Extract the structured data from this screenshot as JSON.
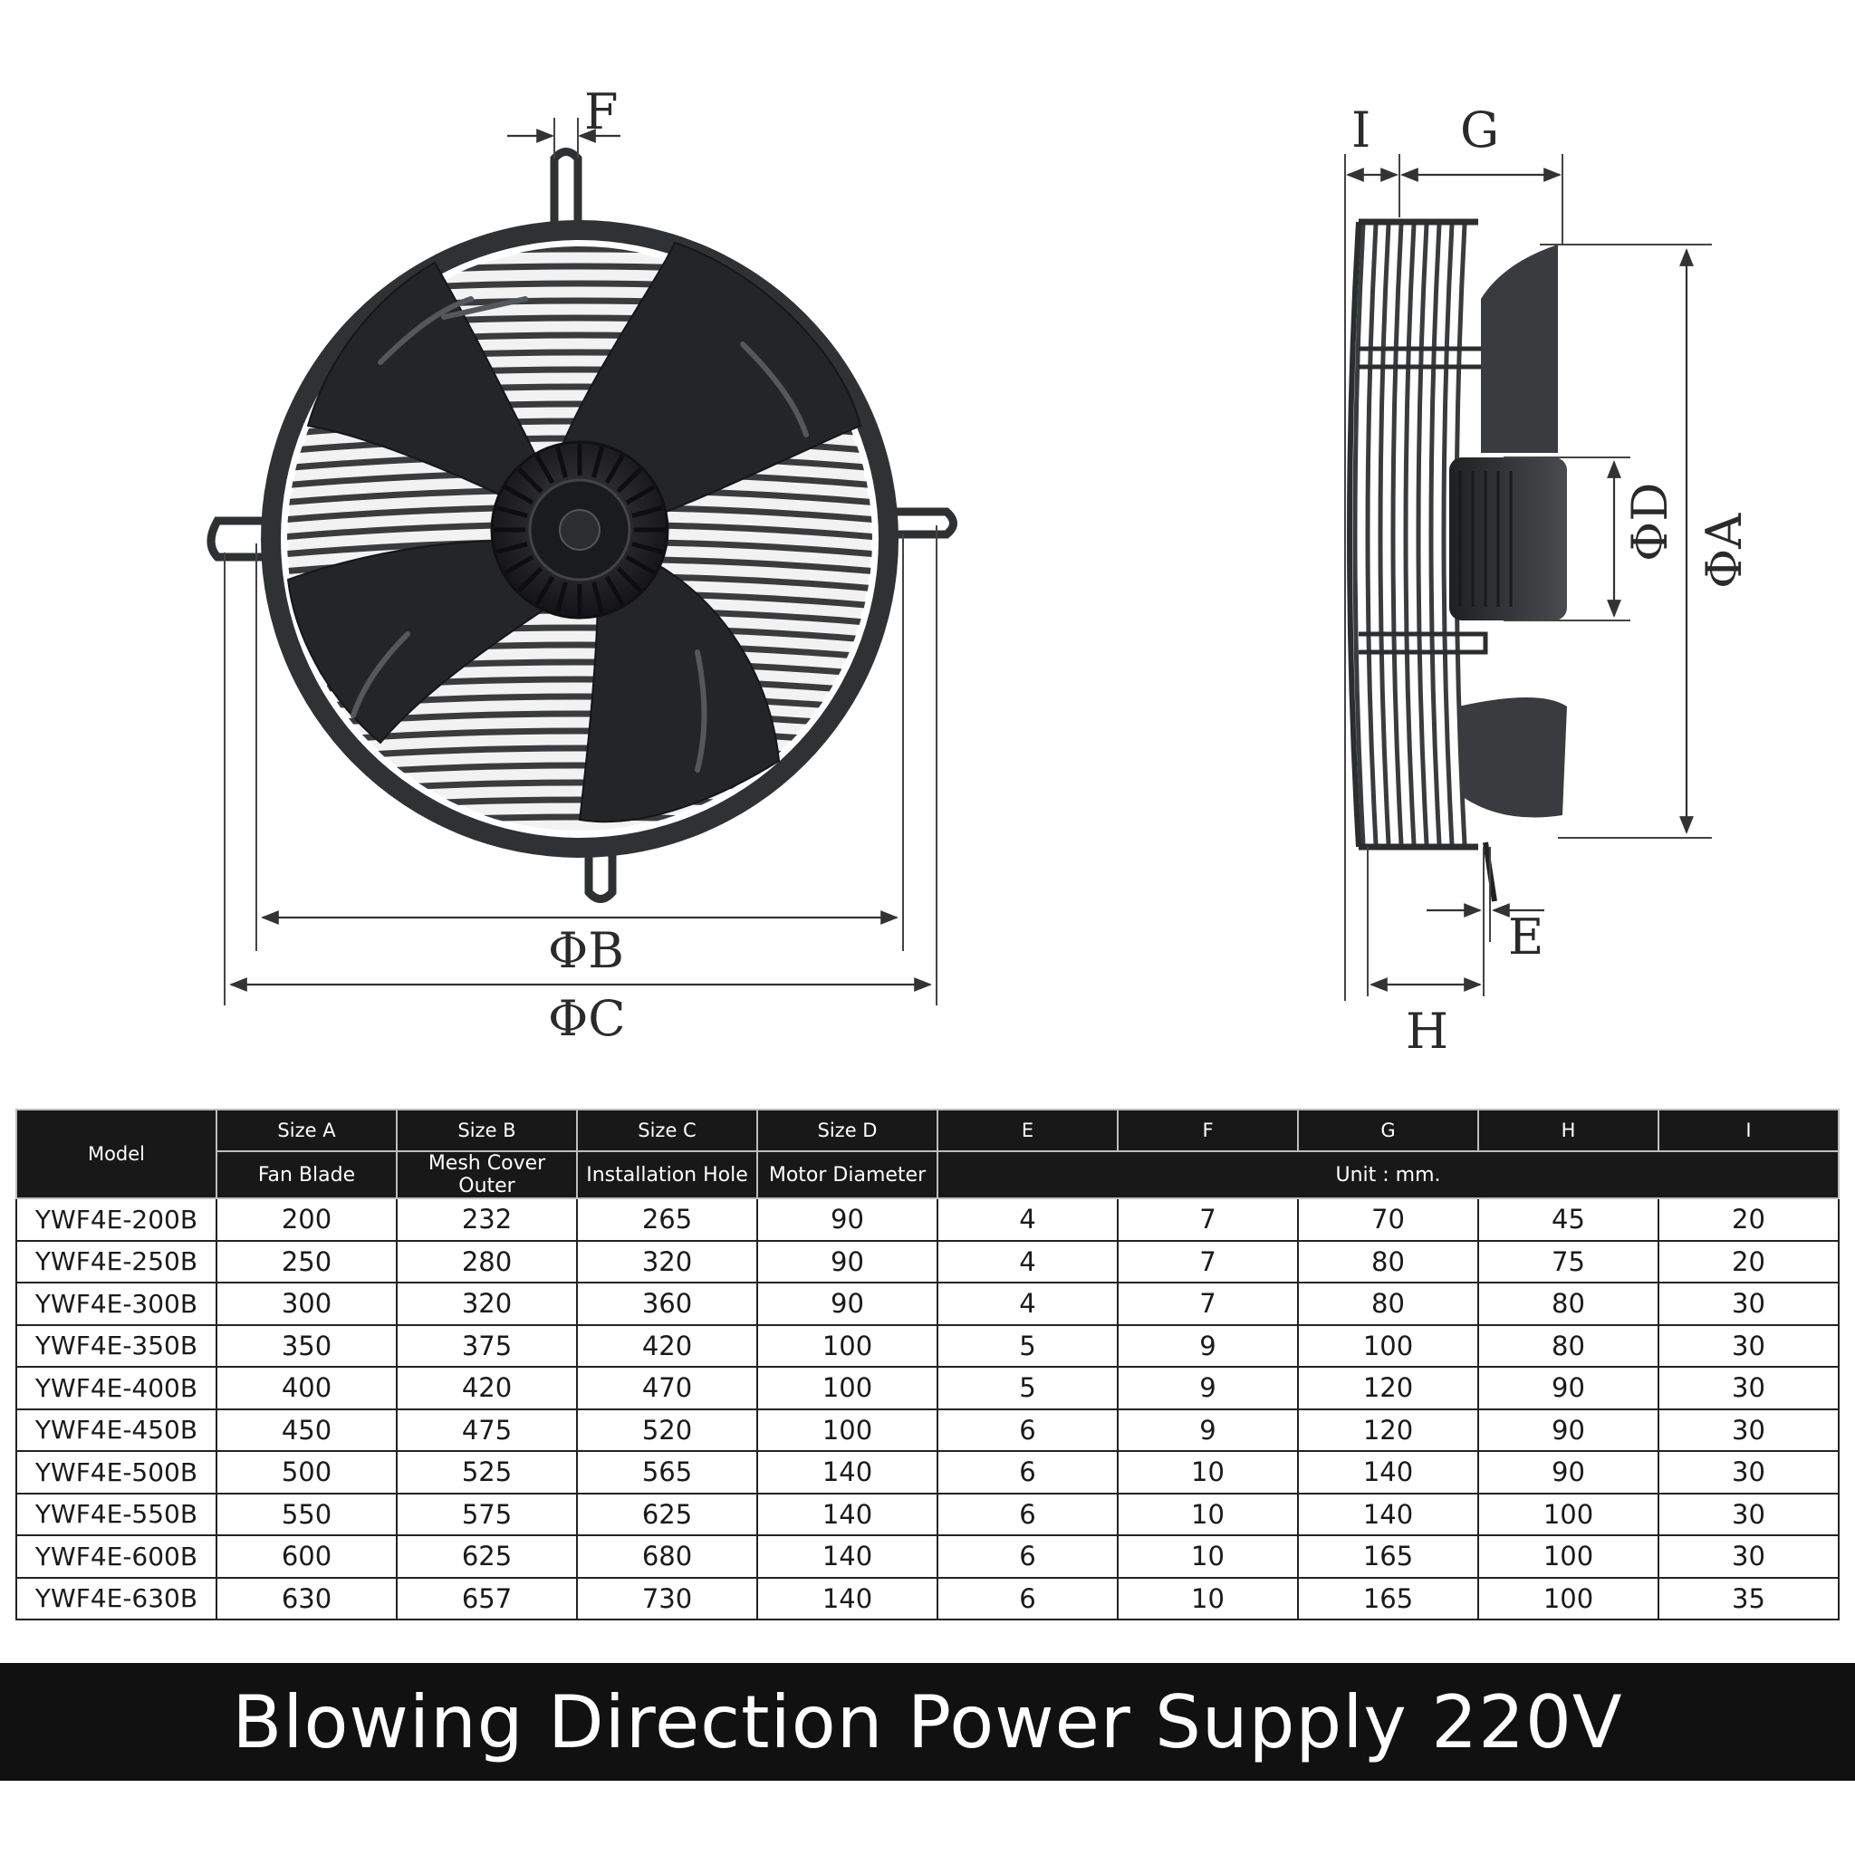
{
  "diagram": {
    "front_view": {
      "labels": {
        "f": "F",
        "phi_b": "ΦB",
        "phi_c": "ΦC"
      }
    },
    "side_view": {
      "labels": {
        "i": "I",
        "g": "G",
        "phi_d": "ΦD",
        "phi_a": "ΦA",
        "e": "E",
        "h": "H"
      }
    },
    "colors": {
      "fan_body": "#2b2c2e",
      "blade": "#232426",
      "grille": "#3a3b3d",
      "line": "#333333"
    }
  },
  "table": {
    "model_header": "Model",
    "size_headers": [
      "Size A",
      "Size B",
      "Size C",
      "Size D",
      "E",
      "F",
      "G",
      "H",
      "I"
    ],
    "sub_headers": [
      "Fan Blade",
      "Mesh Cover Outer",
      "Installation Hole",
      "Motor Diameter"
    ],
    "unit_label": "Unit : mm.",
    "rows": [
      [
        "YWF4E-200B",
        "200",
        "232",
        "265",
        "90",
        "4",
        "7",
        "70",
        "45",
        "20"
      ],
      [
        "YWF4E-250B",
        "250",
        "280",
        "320",
        "90",
        "4",
        "7",
        "80",
        "75",
        "20"
      ],
      [
        "YWF4E-300B",
        "300",
        "320",
        "360",
        "90",
        "4",
        "7",
        "80",
        "80",
        "30"
      ],
      [
        "YWF4E-350B",
        "350",
        "375",
        "420",
        "100",
        "5",
        "9",
        "100",
        "80",
        "30"
      ],
      [
        "YWF4E-400B",
        "400",
        "420",
        "470",
        "100",
        "5",
        "9",
        "120",
        "90",
        "30"
      ],
      [
        "YWF4E-450B",
        "450",
        "475",
        "520",
        "100",
        "6",
        "9",
        "120",
        "90",
        "30"
      ],
      [
        "YWF4E-500B",
        "500",
        "525",
        "565",
        "140",
        "6",
        "10",
        "140",
        "90",
        "30"
      ],
      [
        "YWF4E-550B",
        "550",
        "575",
        "625",
        "140",
        "6",
        "10",
        "140",
        "100",
        "30"
      ],
      [
        "YWF4E-600B",
        "600",
        "625",
        "680",
        "140",
        "6",
        "10",
        "165",
        "100",
        "30"
      ],
      [
        "YWF4E-630B",
        "630",
        "657",
        "730",
        "140",
        "6",
        "10",
        "165",
        "100",
        "35"
      ]
    ]
  },
  "footer": {
    "text": "Blowing Direction Power Supply 220V"
  }
}
